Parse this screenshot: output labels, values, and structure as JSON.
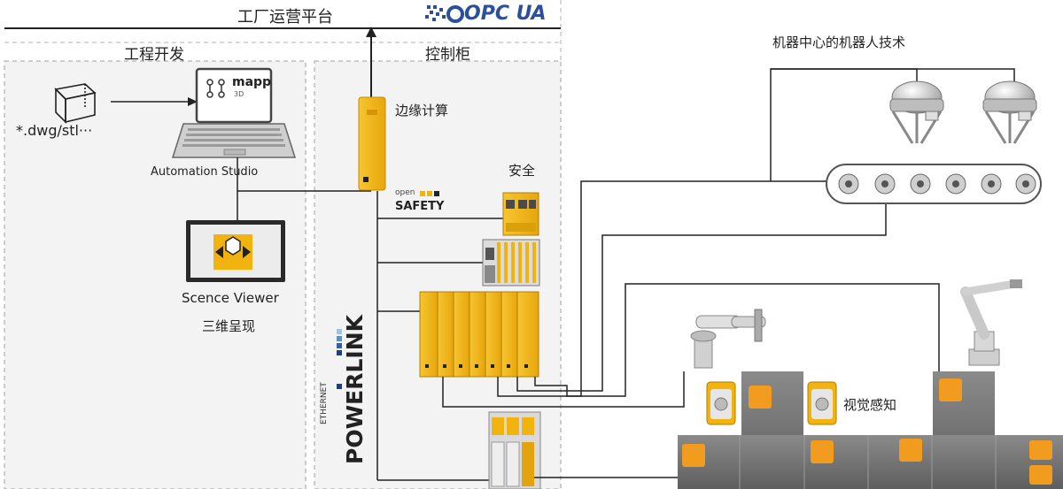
{
  "header": {
    "title": "工厂运营平台",
    "logo_text": "OPC UA"
  },
  "zones": {
    "engineering": "工程开发",
    "cabinet": "控制柜"
  },
  "engineering": {
    "file_label": "*.dwg/stl···",
    "laptop_screen_brand": "mapp",
    "laptop_screen_sub": "3D",
    "laptop_label": "Automation Studio",
    "viewer_label_en": "Scence Viewer",
    "viewer_label_cn": "三维呈现"
  },
  "cabinet": {
    "edge_label": "边缘计算",
    "safety_label": "安全",
    "opensafety_top": "open",
    "opensafety_main": "SAFETY",
    "powerlink_small": "ETHERNET",
    "powerlink_main": "POWERLINK"
  },
  "robots": {
    "delta_label": "机器中心的机器人技术",
    "vision_label": "视觉感知"
  },
  "colors": {
    "accent_yellow": "#f2b30e",
    "orange": "#f29c1f",
    "dark_gray": "#6f6f6f",
    "line": "#222222"
  }
}
